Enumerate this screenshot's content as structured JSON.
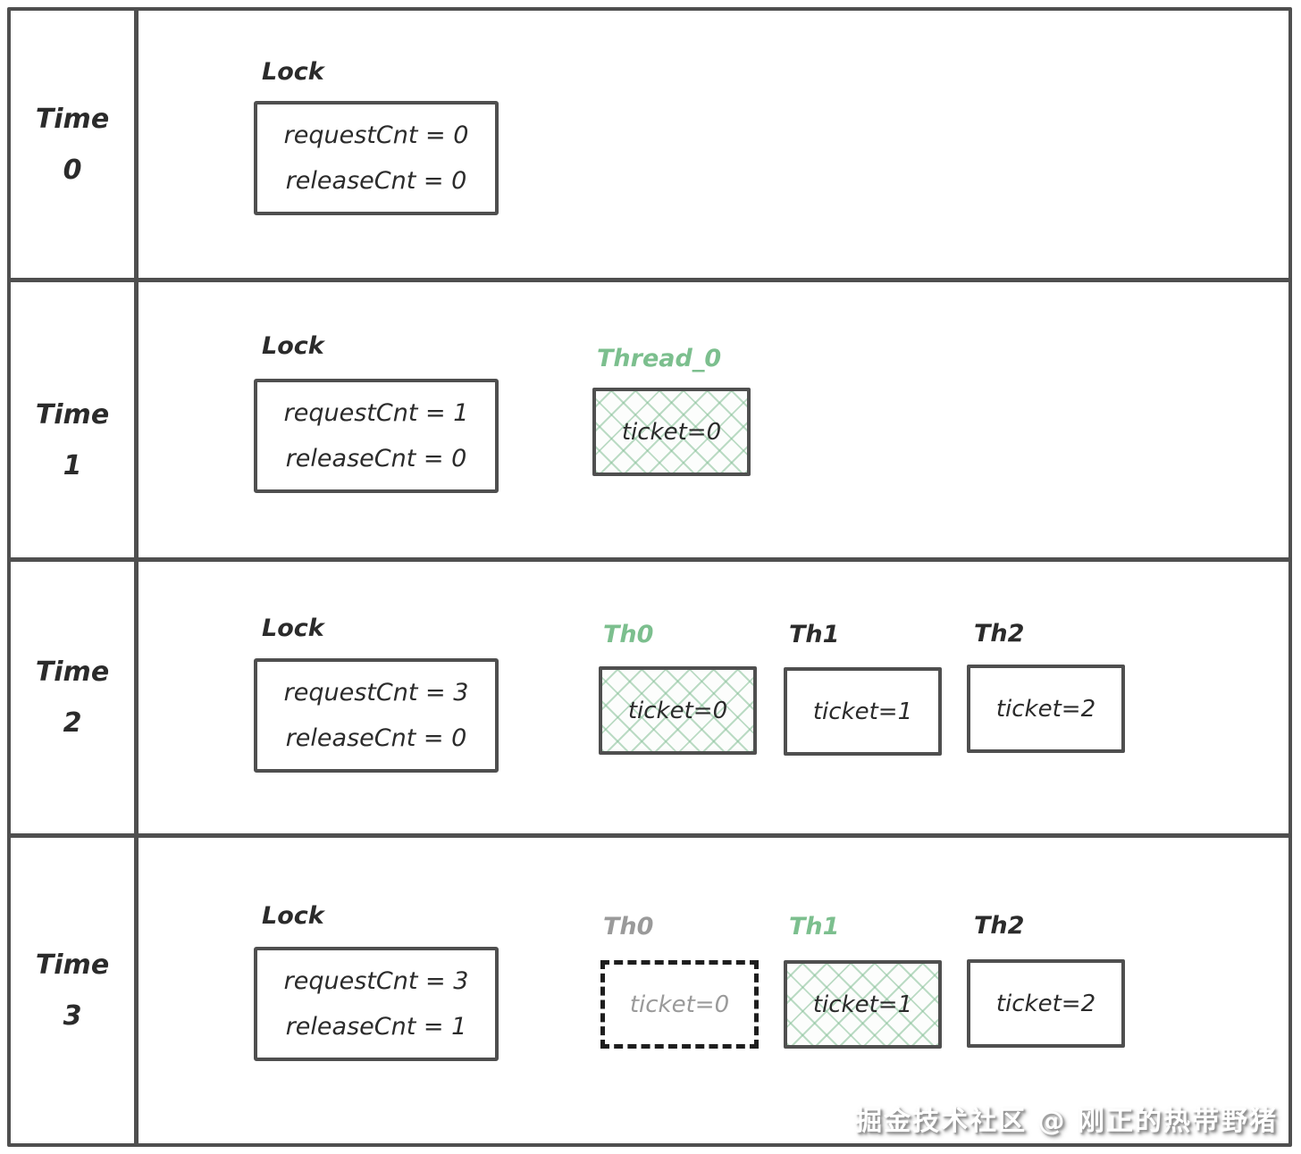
{
  "colors": {
    "line": "#4f4f4f",
    "text": "#2b2b2b",
    "active_green": "#7cbf8e",
    "inactive_gray": "#9a9a9a",
    "hatch_green": "#85bf96"
  },
  "rows": [
    {
      "time_label": "Time",
      "time_value": "0",
      "lock": {
        "title": "Lock",
        "request": "requestCnt = 0",
        "release": "releaseCnt = 0"
      },
      "threads": []
    },
    {
      "time_label": "Time",
      "time_value": "1",
      "lock": {
        "title": "Lock",
        "request": "requestCnt = 1",
        "release": "releaseCnt = 0"
      },
      "threads": [
        {
          "name": "Thread_0",
          "ticket": "ticket=0",
          "state": "holding-lock"
        }
      ]
    },
    {
      "time_label": "Time",
      "time_value": "2",
      "lock": {
        "title": "Lock",
        "request": "requestCnt = 3",
        "release": "releaseCnt = 0"
      },
      "threads": [
        {
          "name": "Th0",
          "ticket": "ticket=0",
          "state": "holding-lock"
        },
        {
          "name": "Th1",
          "ticket": "ticket=1",
          "state": "waiting"
        },
        {
          "name": "Th2",
          "ticket": "ticket=2",
          "state": "waiting"
        }
      ]
    },
    {
      "time_label": "Time",
      "time_value": "3",
      "lock": {
        "title": "Lock",
        "request": "requestCnt = 3",
        "release": "releaseCnt = 1"
      },
      "threads": [
        {
          "name": "Th0",
          "ticket": "ticket=0",
          "state": "released"
        },
        {
          "name": "Th1",
          "ticket": "ticket=1",
          "state": "holding-lock"
        },
        {
          "name": "Th2",
          "ticket": "ticket=2",
          "state": "waiting"
        }
      ]
    }
  ],
  "watermark": "掘金技术社区 @ 刚正的热带野猪"
}
